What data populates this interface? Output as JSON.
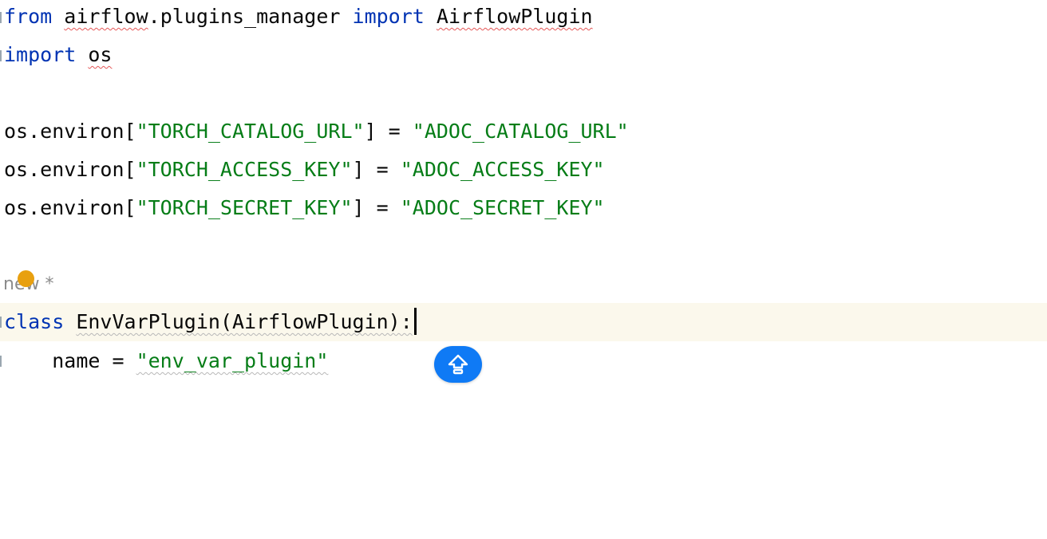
{
  "editor": {
    "language": "python",
    "colors": {
      "keyword": "#0033b3",
      "string": "#067d17",
      "text": "#080808",
      "current_line_bg": "#fbf8ec",
      "change_marker": "#e8a010",
      "action_button": "#0f7af5"
    },
    "lines": [
      {
        "kw1": "from",
        "mod": "airflow",
        "mod_rest": ".plugins_manager",
        "kw2": "import",
        "name": "AirflowPlugin"
      },
      {
        "kw": "import",
        "name": "os"
      },
      {},
      {
        "obj": "os.environ[",
        "key": "\"TORCH_CATALOG_URL\"",
        "mid": "] = ",
        "val": "\"ADOC_CATALOG_URL\""
      },
      {
        "obj": "os.environ[",
        "key": "\"TORCH_ACCESS_KEY\"",
        "mid": "] = ",
        "val": "\"ADOC_ACCESS_KEY\""
      },
      {
        "obj": "os.environ[",
        "key": "\"TORCH_SECRET_KEY\"",
        "mid": "] = ",
        "val": "\"ADOC_SECRET_KEY\""
      },
      {},
      {
        "inlay": "new *"
      },
      {
        "kw": "class",
        "sig": "EnvVarPlugin(AirflowPlugin):"
      },
      {
        "indent": "    ",
        "lhs": "name = ",
        "val": "\"env_var_plugin\""
      }
    ]
  },
  "floating_action": {
    "icon": "shift-up-arrow-icon"
  }
}
